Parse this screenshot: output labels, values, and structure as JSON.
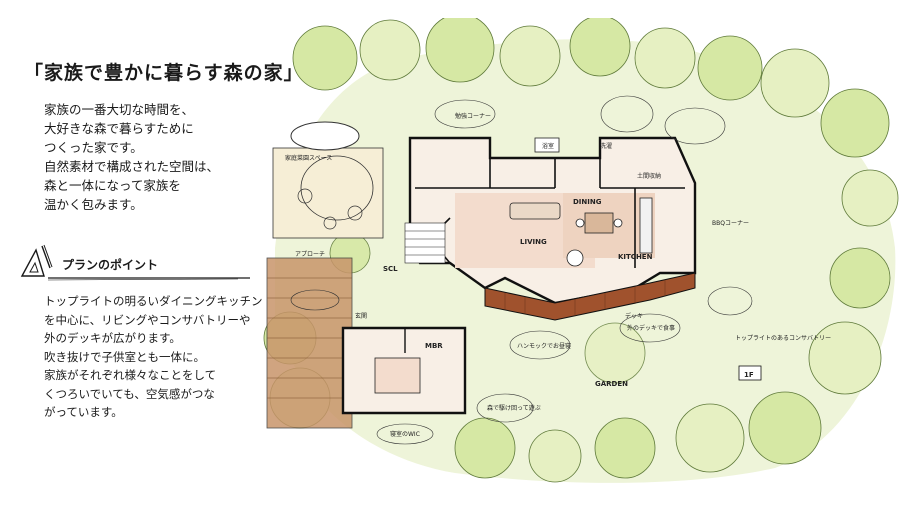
{
  "title": "「家族で豊かに暮らす森の家」",
  "intro_lines": [
    "家族の一番大切な時間を、",
    "大好きな森で暮らすために",
    "つくった家です。",
    "自然素材で構成された空間は、",
    "森と一体になって家族を",
    "温かく包みます。"
  ],
  "point_title": "プランのポイント",
  "point_lines": [
    "トップライトの明るいダイニングキッチン",
    "を中心に、リビングやコンサバトリーや",
    "外のデッキが広がります。",
    "吹き抜けで子供室とも一体に。",
    "家族がそれぞれ様々なことをして",
    "くつろいでいても、空気感がつな",
    "がっています。"
  ],
  "plan_labels": {
    "living": "LIVING",
    "dining": "DINING",
    "kitchen": "KITCHEN",
    "mbr": "MBR",
    "garden": "GARDEN",
    "floor": "1F",
    "scl": "SCL",
    "bath": "浴室",
    "vegetable_garden": "家庭菜園スペース",
    "approach": "アプローチ",
    "bbq": "BBQコーナー",
    "walk_in": "寝室のWIC",
    "entrance": "玄関",
    "conservatory": "トップライトのあるコンサバトリー",
    "hammock": "ハンモックでお昼寝",
    "forest_play": "森で駆け回って遊ぶ",
    "deck": "デッキ",
    "laundry": "洗濯",
    "mudroom": "土間収納",
    "wood_deck_note": "外のデッキで食事",
    "study": "勉強コーナー"
  },
  "colors": {
    "tree_green": "#d6e8a4",
    "tree_light": "#e6f0c2",
    "deck_brown": "#a0522d",
    "terrace_tan": "#c8956a",
    "floor_beige": "#f3dccd",
    "ink": "#1a1a1a"
  }
}
